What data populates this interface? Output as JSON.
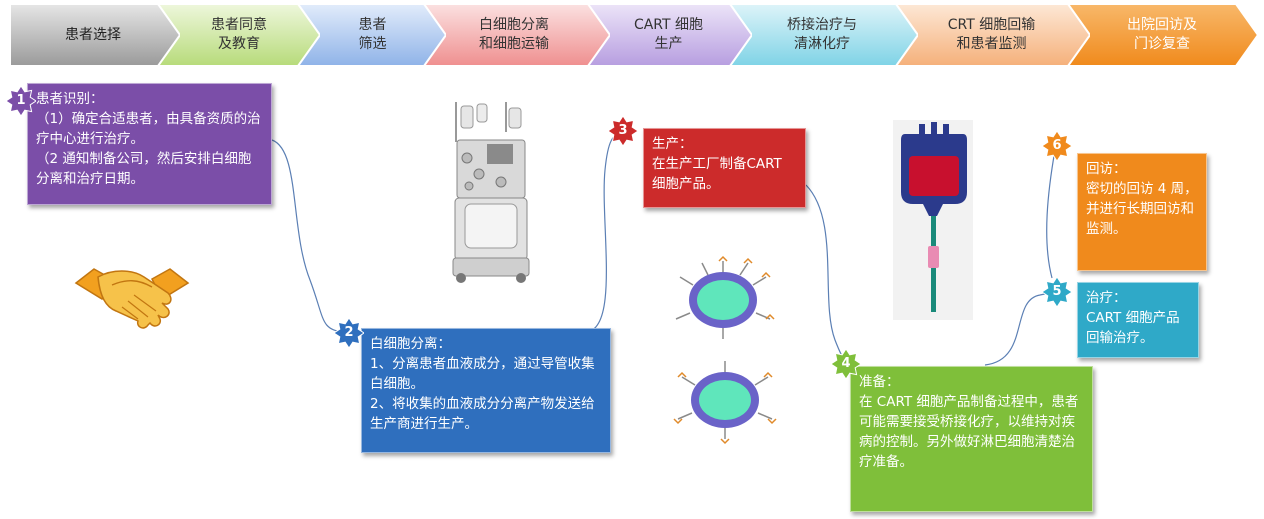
{
  "steps": [
    {
      "label": "患者选择",
      "fill": "#9a9a9a",
      "fill2": "#e6e6e6",
      "text": "#222222"
    },
    {
      "label": "患者同意\n及教育",
      "fill": "#b7db7a",
      "fill2": "#eef7dc",
      "text": "#333333"
    },
    {
      "label": "患者\n筛选",
      "fill": "#8fb3e8",
      "fill2": "#e2ecfb",
      "text": "#333333"
    },
    {
      "label": "白细胞分离\n和细胞运输",
      "fill": "#ef8f8f",
      "fill2": "#fbe1e1",
      "text": "#333333"
    },
    {
      "label": "CART 细胞\n生产",
      "fill": "#b79ee0",
      "fill2": "#ece4f8",
      "text": "#333333"
    },
    {
      "label": "桥接治疗与\n清淋化疗",
      "fill": "#7fd3e6",
      "fill2": "#def4f9",
      "text": "#333333"
    },
    {
      "label": "CRT 细胞回输\n和患者监测",
      "fill": "#f5b07a",
      "fill2": "#fde8d6",
      "text": "#333333"
    },
    {
      "label": "出院回访及\n门诊复查",
      "fill": "#f08a1c",
      "fill2": "#f8b86a",
      "text": "#ffffff"
    }
  ],
  "cards": {
    "c1": {
      "number": "1",
      "title": "患者识别：",
      "lines": [
        "（1）确定合适患者，由具备资质的治疗中心进行治疗。",
        "（2 通知制备公司，然后安排白细胞分离和治疗日期。"
      ],
      "color": "#7b4ea8"
    },
    "c2": {
      "number": "2",
      "title": "白细胞分离：",
      "lines": [
        "1、分离患者血液成分，通过导管收集白细胞。",
        "2、将收集的血液成分分离产物发送给生产商进行生产。"
      ],
      "color": "#2f6fbe"
    },
    "c3": {
      "number": "3",
      "title": "生产：",
      "lines": [
        "在生产工厂制备CART 细胞产品。"
      ],
      "color": "#cc2b2b"
    },
    "c4": {
      "number": "4",
      "title": "准备：",
      "lines": [
        "在 CART 细胞产品制备过程中，患者可能需要接受桥接化疗，以维持对疾病的控制。另外做好淋巴细胞清楚治疗准备。"
      ],
      "color": "#7fbf3a"
    },
    "c5": {
      "number": "5",
      "title": "治疗：",
      "lines": [
        "CART 细胞产品回输治疗。"
      ],
      "color": "#2fa9c8"
    },
    "c6": {
      "number": "6",
      "title": "回访：",
      "lines": [
        "密切的回访 4 周，并进行长期回访和监测。"
      ],
      "color": "#f08a1c"
    }
  },
  "icons": {
    "handshake": "handshake-icon",
    "apheresis": "apheresis-machine-icon",
    "cells": "car-t-cell-icon",
    "bloodbag": "blood-bag-icon"
  }
}
